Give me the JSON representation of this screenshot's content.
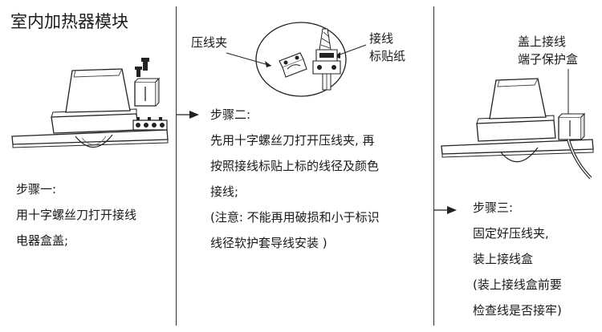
{
  "title": "室内加热器模块",
  "col1": {
    "step_label": "步骤一:",
    "lines": [
      "用十字螺丝刀打开接线",
      "电器盒盖;"
    ]
  },
  "col2": {
    "callout_left": "压线夹",
    "callout_right": [
      "接线",
      "标贴纸"
    ],
    "step_label": "步骤二:",
    "lines": [
      "先用十字螺丝刀打开压线夹, 再",
      "按照接线标贴上标的线径及颜色",
      "接线;"
    ],
    "note_lines": [
      "(注意: 不能再用破损和小于标识",
      "线径软护套导线安装 )"
    ]
  },
  "col3": {
    "callout": [
      "盖上接线",
      "端子保护盒"
    ],
    "step_label": "步骤三:",
    "lines": [
      "固定好压线夹,",
      "装上接线盒"
    ],
    "note_lines": [
      "(装上接线盒前要",
      "检查线是否接牢)"
    ]
  }
}
